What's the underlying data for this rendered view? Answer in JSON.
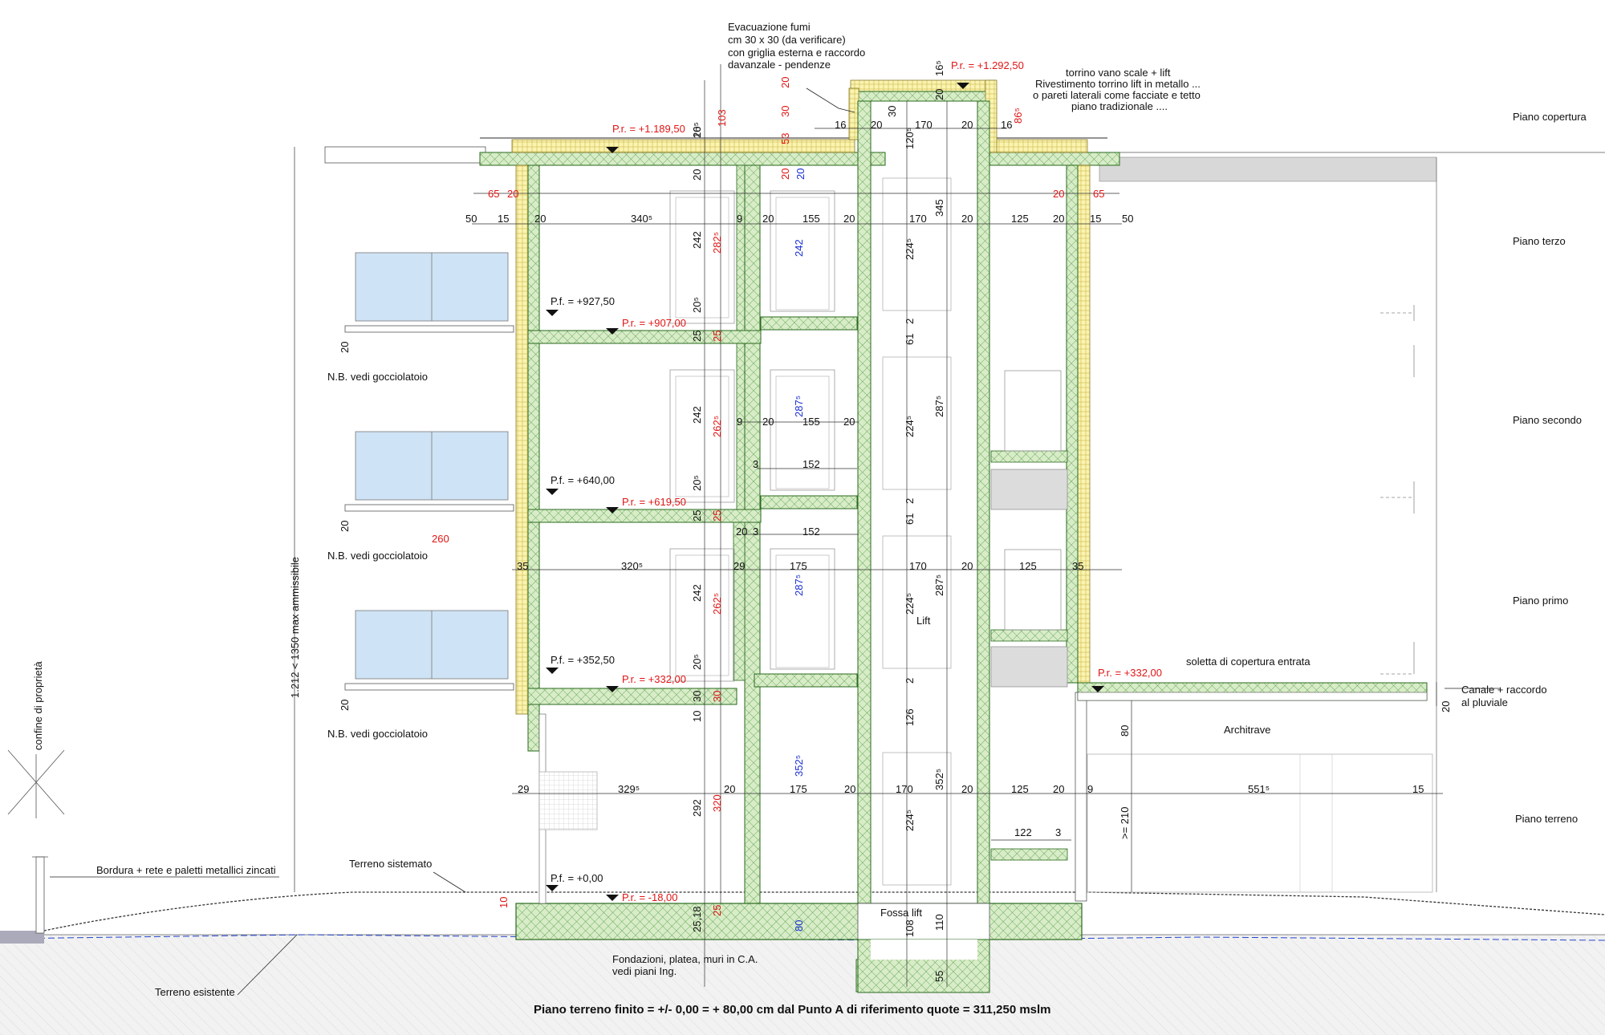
{
  "floors": [
    {
      "id": "piano-copertura",
      "label": "Piano copertura"
    },
    {
      "id": "piano-terzo",
      "label": "Piano terzo"
    },
    {
      "id": "piano-secondo",
      "label": "Piano secondo"
    },
    {
      "id": "piano-primo",
      "label": "Piano primo"
    },
    {
      "id": "piano-terreno",
      "label": "Piano terreno"
    }
  ],
  "levels": {
    "pr_roof": "P.r. = +1.189,50",
    "pr_tower": "P.r. = +1.292,50",
    "pf_3": "P.f. = +927,50",
    "pr_3": "P.r. = +907,00",
    "pf_2": "P.f. = +640,00",
    "pr_2": "P.r. = +619,50",
    "pf_1": "P.f. = +352,50",
    "pr_1": "P.r. = +332,00",
    "pr_entry": "P.r. = +332,00",
    "pf_0": "P.f. = +0,00",
    "pr_0": "P.r. = -18,00"
  },
  "notes": {
    "smoke_1": "Evacuazione fumi",
    "smoke_2": "cm 30 x 30 (da verificare)",
    "smoke_3": "con griglia esterna e raccordo",
    "smoke_4": "davanzale - pendenze",
    "tower_1": "torrino vano scale + lift",
    "tower_2": "Rivestimento torrino lift in metallo ...",
    "tower_3": "o pareti laterali come facciate e tetto",
    "tower_4": "piano tradizionale ....",
    "drip_1": "N.B. vedi gocciolatoio",
    "drip_2": "N.B. vedi gocciolatoio",
    "drip_3": "N.B. vedi gocciolatoio",
    "max_height": "1.212 < 1350 max ammissibile",
    "boundary": "confine di proprietà",
    "fence": "Bordura + rete e paletti metallici zincati",
    "ground_new": "Terreno sistemato",
    "ground_old": "Terreno esistente",
    "foundation_1": "Fondazioni, platea, muri in C.A.",
    "foundation_2": "vedi piani Ing.",
    "entry_slab": "soletta di copertura entrata",
    "gutter_1": "Canale + raccordo",
    "gutter_2": "al pluviale",
    "lintel": "Architrave",
    "lift": "Lift",
    "lift_pit": "Fossa lift",
    "footer": "Piano terreno finito = +/- 0,00 = + 80,00 cm dal Punto A di riferimento quote = 311,250 mslm"
  },
  "dims": {
    "d_65a": "65",
    "d_20a": "20",
    "d_20b": "20",
    "d_65b": "65",
    "d_50a": "50",
    "d_15a": "15",
    "d_20c": "20",
    "d_3405": "340⁵",
    "d_9a": "9",
    "d_20d": "20",
    "d_155a": "155",
    "d_20e": "20",
    "d_170a": "170",
    "d_20f": "20",
    "d_125a": "125",
    "d_20g": "20",
    "d_15b": "15",
    "d_50b": "50",
    "d_9b": "9",
    "d_20h": "20",
    "d_155b": "155",
    "d_20i": "20",
    "d_3a": "3",
    "d_152a": "152",
    "d_20j": "20",
    "d_3b": "3",
    "d_152b": "152",
    "d_260": "260",
    "d_35a": "35",
    "d_3205": "320⁵",
    "d_29a": "29",
    "d_175a": "175",
    "d_170b": "170",
    "d_20k": "20",
    "d_125b": "125",
    "d_35b": "35",
    "d_29b": "29",
    "d_3295": "329⁵",
    "d_20l": "20",
    "d_175b": "175",
    "d_20m": "20",
    "d_170c": "170",
    "d_20n": "20",
    "d_125c": "125",
    "d_20o": "20",
    "d_9c": "9",
    "d_5515": "551⁵",
    "d_15c": "15",
    "d_122": "122",
    "d_3c": "3",
    "d_16a": "16",
    "d_20p": "20",
    "d_170d": "170",
    "d_20q": "20",
    "d_16b": "16",
    "d_30a": "30",
    "d_20r": "20",
    "d_20s": "20",
    "d_165": "16⁵",
    "d_1205": "120⁵",
    "v_103": "103",
    "v_20a": "20",
    "v_30a": "30",
    "v_53": "53",
    "v_20b": "20",
    "v_165b": "16⁵",
    "v_865": "86⁵",
    "v_20rooft": "20",
    "v_20_3": "20",
    "v_242_3": "242",
    "v_2825": "282⁵",
    "v_242b_3": "242",
    "v_2245_3": "224⁵",
    "v_345": "345",
    "v_205_3": "20⁵",
    "v_25_3": "25",
    "v_25r_3": "25",
    "v_61_3": "61",
    "v_2_3": "2",
    "v_242_2": "242",
    "v_2625_2": "262⁵",
    "v_2875_2": "287⁵",
    "v_2245_2": "224⁵",
    "v_2875b_2": "287⁵",
    "v_205_2": "20⁵",
    "v_25_2": "25",
    "v_25r_2": "25",
    "v_61_2": "61",
    "v_2_2": "2",
    "v_242_1": "242",
    "v_2625_1": "262⁵",
    "v_2875_1": "287⁵",
    "v_2245_1": "224⁵",
    "v_2875b_1": "287⁵",
    "v_205_1": "20⁵",
    "v_30_1": "30",
    "v_30r_1": "30",
    "v_10_1": "10",
    "v_2_1": "2",
    "v_126": "126",
    "v_292": "292",
    "v_320": "320",
    "v_3525": "352⁵",
    "v_2245_0": "224⁵",
    "v_3525b": "352⁵",
    "v_80": "80",
    "v_210": ">= 210",
    "v_10_0": "10",
    "v_2518": "25,18",
    "v_25_0": "25",
    "v_80b": "80",
    "v_108": "108",
    "v_110": "110",
    "v_55": "55",
    "v_20_d1": "20",
    "v_20_d2": "20",
    "v_20_d3": "20",
    "v_20_gut": "20"
  },
  "colors": {
    "concrete_fill": "#d8ecc8",
    "concrete_stroke": "#2a6a1e",
    "insulation_fill": "#fbf3b0",
    "window_glass": "#cfe3f6",
    "red_text": "#e01515",
    "blue_text": "#1a2fd0",
    "ground_line": "#2244cc"
  }
}
